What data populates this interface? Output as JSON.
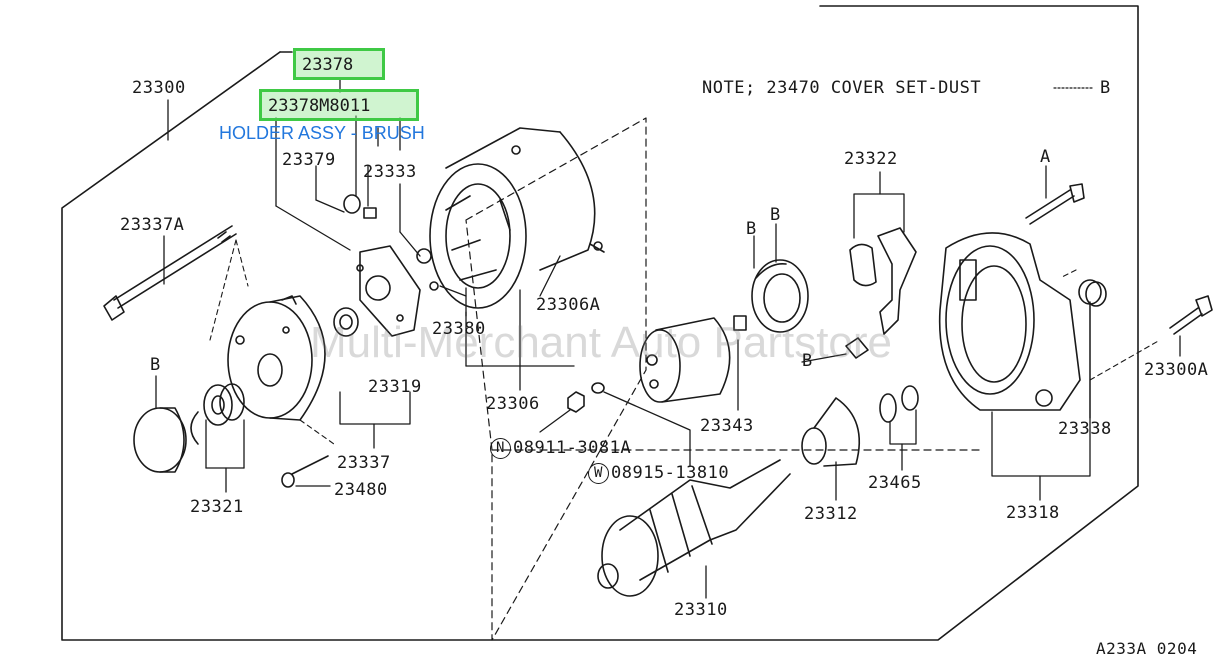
{
  "note": {
    "text": "NOTE; 23470 COVER SET-DUST",
    "ref": "B"
  },
  "highlight": {
    "primary_part": "23378",
    "selected_part": "23378M8011",
    "selected_desc": "HOLDER ASSY - BRUSH"
  },
  "watermark": "Multi-Merchant Auto Partstore",
  "diagram_code": "A233A 0204",
  "markers": {
    "a": "A",
    "b": "B"
  },
  "parts": {
    "p23300": "23300",
    "p23379": "23379",
    "p23333": "23333",
    "p23337A": "23337A",
    "p23380": "23380",
    "p23306A": "23306A",
    "p23319": "23319",
    "p23306": "23306",
    "p23337": "23337",
    "p23480": "23480",
    "p23321": "23321",
    "p23322": "23322",
    "p23343": "23343",
    "p23310": "23310",
    "p23312": "23312",
    "p23465": "23465",
    "p23338": "23338",
    "p23318": "23318",
    "p23300A": "23300A",
    "nut_symbol": "N",
    "nut": "08911-3081A",
    "washer_symbol": "W",
    "washer": "08915-13810"
  }
}
